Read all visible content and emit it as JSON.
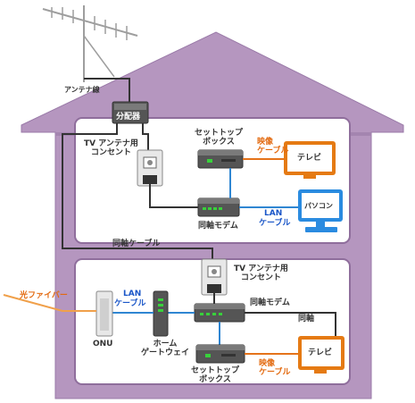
{
  "labels": {
    "antenna_wire": "アンテナ線",
    "splitter": "分配器",
    "tv_outlet_top": "TV アンテナ用\nコンセント",
    "stb_top": "セットトップ\nボックス",
    "video_cable_top": "映像\nケーブル",
    "tv_top": "テレビ",
    "coax_modem_top": "同軸モデム",
    "lan_cable_top_1": "LAN",
    "lan_cable_top_2": "ケーブル",
    "pc": "パソコン",
    "coax_cable": "同軸ケーブル",
    "tv_outlet_bottom": "TV アンテナ用\nコンセント",
    "fiber": "光ファイバー",
    "lan_cable_bottom_1": "LAN",
    "lan_cable_bottom_2": "ケーブル",
    "coax_modem_bottom": "同軸モデム",
    "coax_short": "同軸",
    "onu": "ONU",
    "home_gateway": "ホーム\nゲートウェイ",
    "stb_bottom": "セットトップ\nボックス",
    "video_cable_bottom": "映像\nケーブル",
    "tv_bottom": "テレビ"
  },
  "colors": {
    "house": "#b596bf",
    "house_dark": "#8f6e9c",
    "room": "#ffffff",
    "coax": "#333333",
    "lan": "#2f86d2",
    "video": "#e5731a",
    "fiber": "#f0a04a",
    "tv_orange": "#e57a13",
    "pc_blue": "#2a8be0"
  }
}
